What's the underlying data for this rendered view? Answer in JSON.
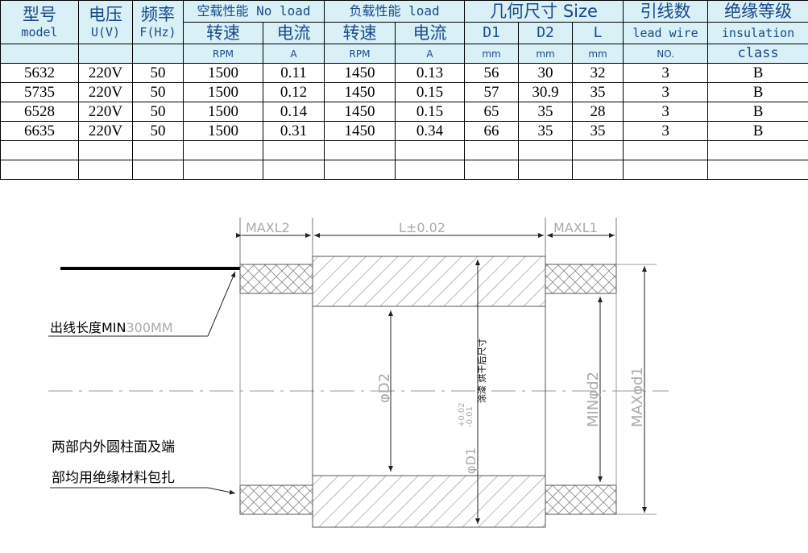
{
  "table": {
    "header": {
      "model_zh": "型号",
      "model_en": "model",
      "voltage_zh": "电压",
      "voltage_en": "U(V)",
      "freq_zh": "频率",
      "freq_en": "F(Hz)",
      "noload": "空载性能 No load",
      "load": "负载性能 load",
      "size": "几何尺寸 Size",
      "lead_zh": "引线数",
      "lead_en": "lead wire",
      "lead_unit": "NO.",
      "ins_zh": "绝缘等级",
      "ins_en": "insulation",
      "ins_unit": "class",
      "speed_zh": "转速",
      "current_zh": "电流",
      "speed_zh2": "转速",
      "current_zh2": "电流",
      "d1": "D1",
      "d2": "D2",
      "l": "L",
      "rpm": "RPM",
      "a": "A",
      "rpm2": "RPM",
      "a2": "A",
      "mm1": "mm",
      "mm2": "mm",
      "mm3": "mm"
    },
    "rows": [
      [
        "5632",
        "220V",
        "50",
        "1500",
        "0.11",
        "1450",
        "0.13",
        "56",
        "30",
        "32",
        "3",
        "B"
      ],
      [
        "5735",
        "220V",
        "50",
        "1500",
        "0.12",
        "1450",
        "0.15",
        "57",
        "30.9",
        "35",
        "3",
        "B"
      ],
      [
        "6528",
        "220V",
        "50",
        "1500",
        "0.14",
        "1450",
        "0.15",
        "65",
        "35",
        "28",
        "3",
        "B"
      ],
      [
        "6635",
        "220V",
        "50",
        "1500",
        "0.31",
        "1450",
        "0.34",
        "66",
        "35",
        "35",
        "3",
        "B"
      ]
    ]
  },
  "drawing": {
    "maxl2": "MAXL2",
    "ltol": "L±0.02",
    "maxl1": "MAXL1",
    "lead_len_prefix": "出线长度MIN",
    "lead_len_value": "300MM",
    "d2": "φD2",
    "d1": "φD1",
    "d1_tol_upper": "+0.02",
    "d1_tol_lower": "-0.01",
    "paint_note": "涂漆 烘干后尺寸",
    "min_d2": "MINφd2",
    "max_d1": "MAXφd1",
    "note_line1": "两部内外圆柱面及端",
    "note_line2": "部均用绝缘材料包扎"
  }
}
